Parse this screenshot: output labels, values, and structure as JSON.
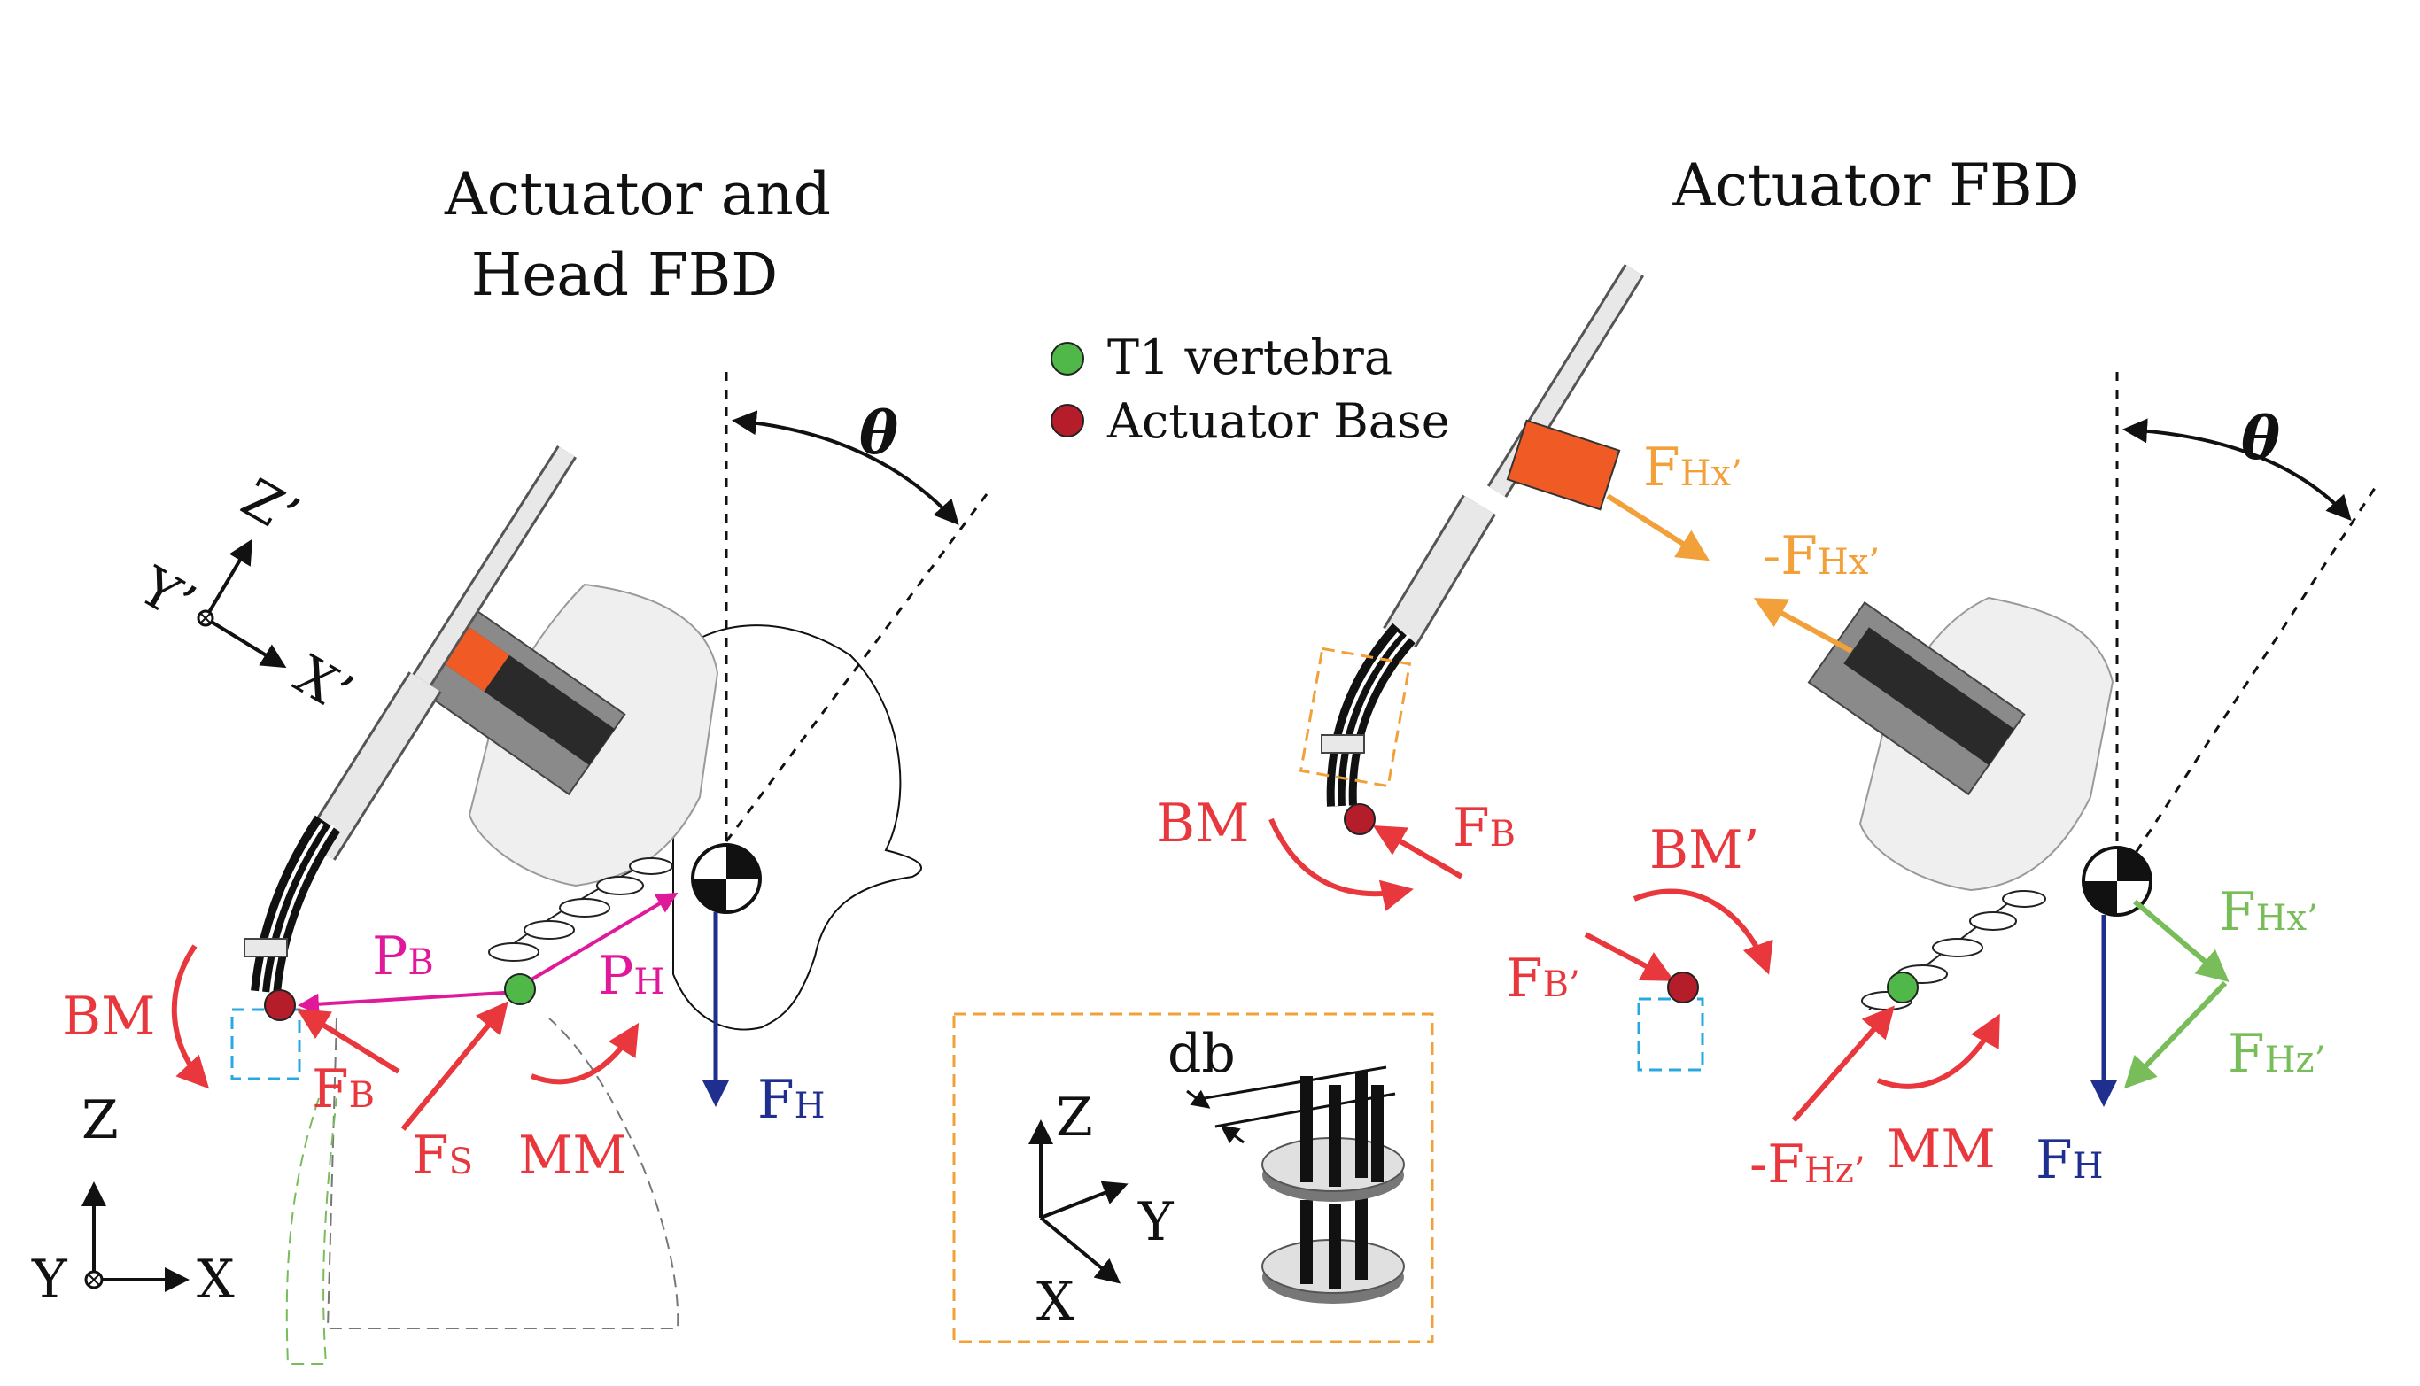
{
  "titles": {
    "left_line1": "Actuator and",
    "left_line2": "Head FBD",
    "right": "Actuator FBD"
  },
  "legend": {
    "t1": "T1 vertebra",
    "base": "Actuator Base"
  },
  "colors": {
    "red": "#e8383d",
    "magenta": "#e0189a",
    "blue": "#1f2f8f",
    "green": "#78bd5a",
    "orange": "#f2a03a",
    "orange_block": "#f05a24",
    "t1_green": "#4fb848",
    "base_red": "#b51d2b",
    "cyan": "#29a8e0"
  },
  "angle": {
    "symbol": "θ"
  },
  "axes": {
    "Z": "Z",
    "X": "X",
    "Y": "Y",
    "Zp": "Z’",
    "Xp": "X’",
    "Yp": "Y’"
  },
  "left": {
    "BM": "BM",
    "FB": "F",
    "FB_sub": "B",
    "FS": "F",
    "FS_sub": "S",
    "MM": "MM",
    "PB": "P",
    "PB_sub": "B",
    "PH": "P",
    "PH_sub": "H",
    "FH": "F",
    "FH_sub": "H"
  },
  "right": {
    "FHx": "F",
    "FHx_sub": "Hx’",
    "negFHx": "-F",
    "negFHx_sub": "Hx’",
    "BM": "BM",
    "FB": "F",
    "FB_sub": "B",
    "BMp": "BM’",
    "FBp": "F",
    "FBp_sub": "B’",
    "negFHz": "-F",
    "negFHz_sub": "Hz’",
    "MM": "MM",
    "FH": "F",
    "FH_sub": "H",
    "gFHx": "F",
    "gFHx_sub": "Hx’",
    "gFHz": "F",
    "gFHz_sub": "Hz’"
  },
  "inset": {
    "db": "db",
    "Z": "Z",
    "Y": "Y",
    "X": "X"
  }
}
